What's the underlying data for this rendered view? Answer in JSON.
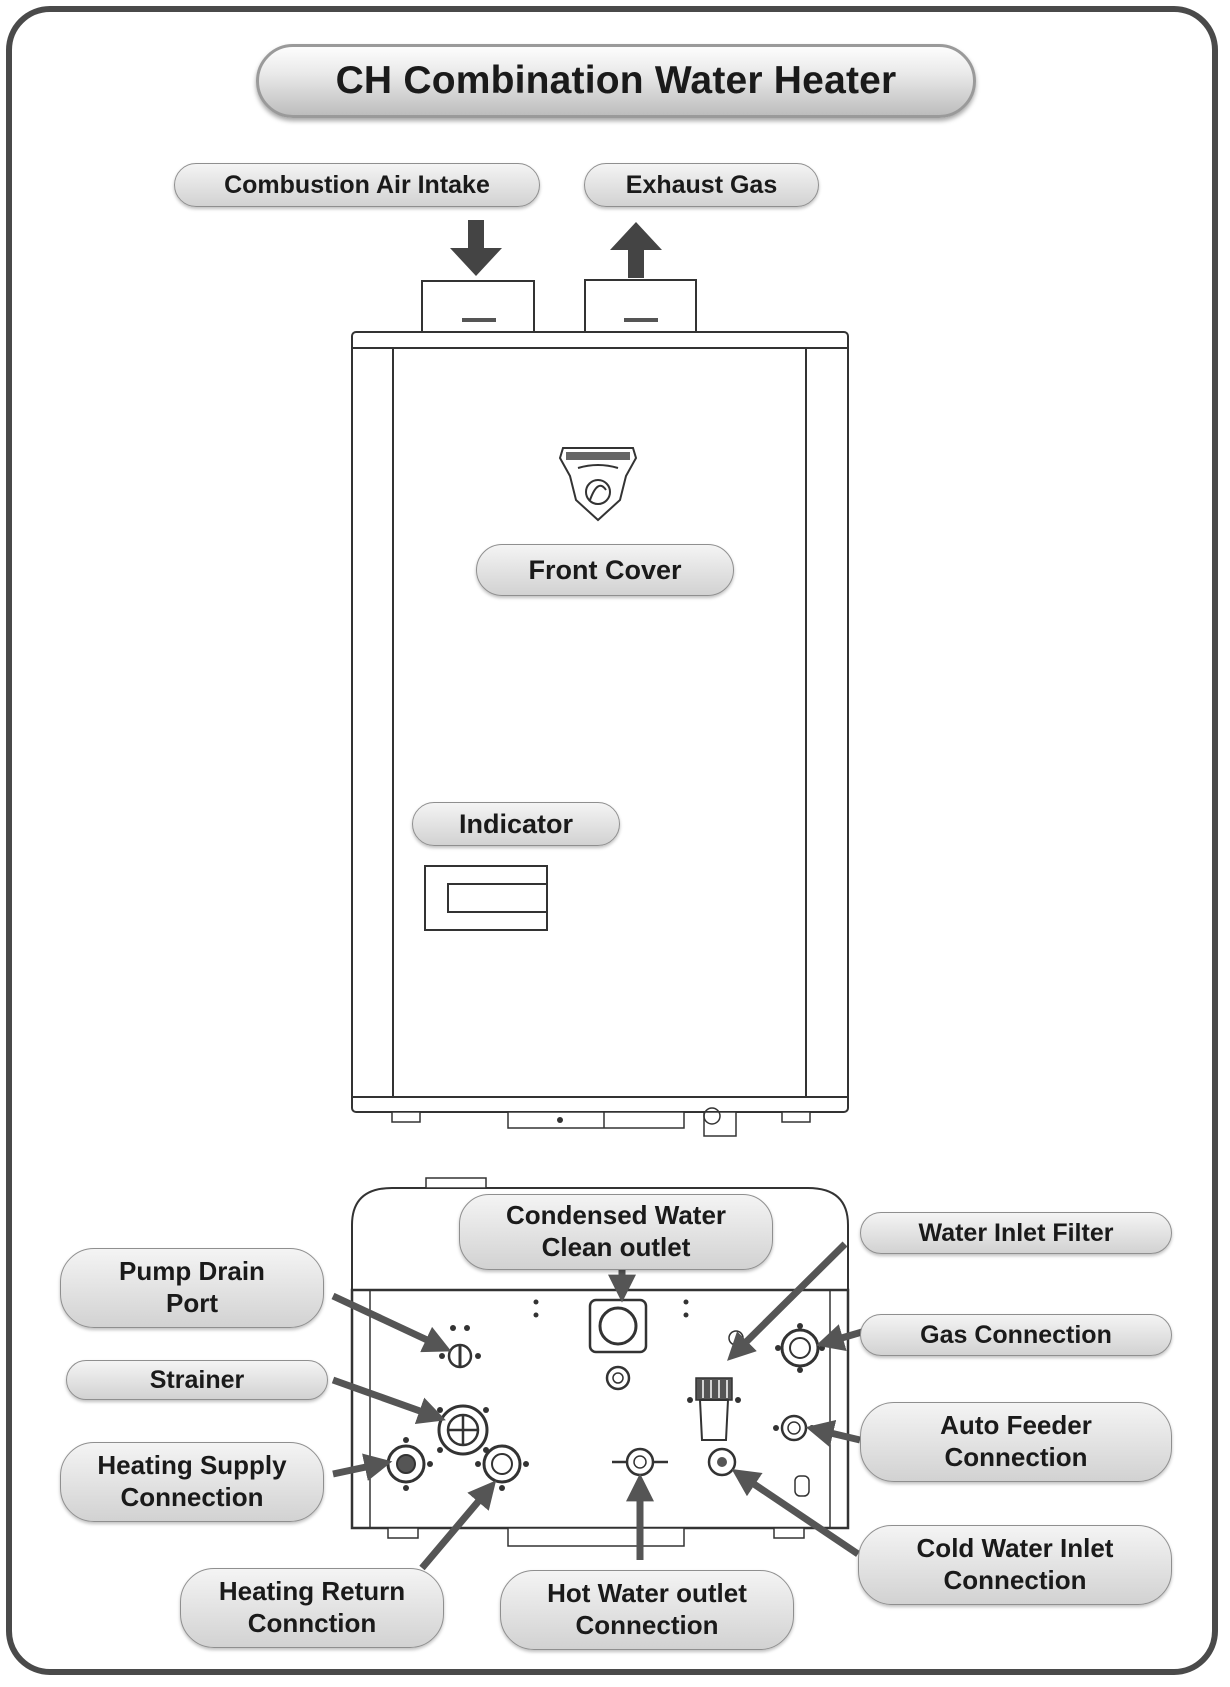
{
  "title": "CH Combination Water Heater",
  "labels": {
    "combustion_air_intake": "Combustion Air Intake",
    "exhaust_gas": "Exhaust Gas",
    "front_cover": "Front Cover",
    "indicator": "Indicator",
    "condensed_water": "Condensed Water\nClean outlet",
    "water_inlet_filter": "Water Inlet Filter",
    "pump_drain_port": "Pump Drain\nPort",
    "gas_connection": "Gas Connection",
    "strainer": "Strainer",
    "auto_feeder": "Auto Feeder\nConnection",
    "heating_supply": "Heating Supply\nConnection",
    "cold_water_inlet": "Cold Water Inlet\nConnection",
    "heating_return": "Heating Return\nConnction",
    "hot_water_outlet": "Hot Water outlet\nConnection"
  }
}
